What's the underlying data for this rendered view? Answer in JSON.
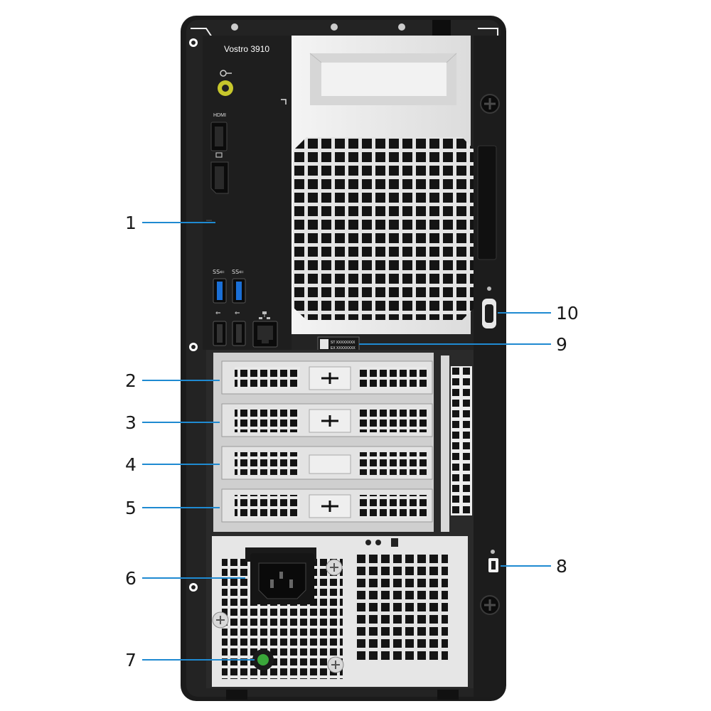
{
  "product": {
    "model_label": "Vostro 3910",
    "port_labels": {
      "hdmi": "HDMI",
      "usb3_a": "SS⇐",
      "usb3_b": "SS⇐",
      "usb2_a": "⇐",
      "usb2_b": "⇐"
    },
    "service_tag_lines": [
      "ST XXXXXXXX",
      "EX XXXXXXXX"
    ]
  },
  "callouts": [
    {
      "id": "1",
      "label": "1"
    },
    {
      "id": "2",
      "label": "2"
    },
    {
      "id": "3",
      "label": "3"
    },
    {
      "id": "4",
      "label": "4"
    },
    {
      "id": "5",
      "label": "5"
    },
    {
      "id": "6",
      "label": "6"
    },
    {
      "id": "7",
      "label": "7"
    },
    {
      "id": "8",
      "label": "8"
    },
    {
      "id": "9",
      "label": "9"
    },
    {
      "id": "10",
      "label": "10"
    }
  ],
  "colors": {
    "case_black": "#1b1b1b",
    "panel_silver": "#e9e9e9",
    "vent_hole": "#141414",
    "callout_line": "#1f8ad1",
    "audio_jack": "#c7c72c",
    "power_button": "#3aa63a"
  },
  "icons": {
    "audio": "headset-icon",
    "display_port": "displayport-icon",
    "usb": "usb-icon",
    "ethernet": "network-icon",
    "security_lock": "lock-slot-icon"
  }
}
